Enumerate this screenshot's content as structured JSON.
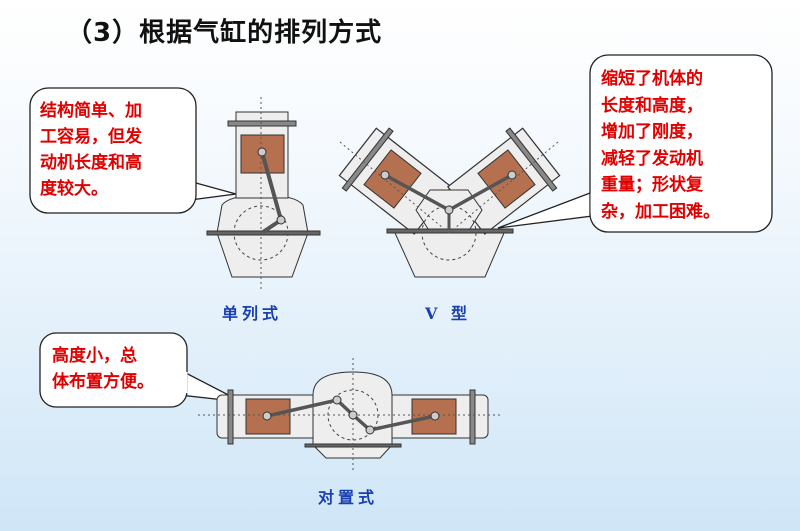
{
  "title": "（3）根据气缸的排列方式",
  "callouts": {
    "inline": [
      "结构简单、加",
      "工容易，但发",
      "动机长度和高",
      "度较大。"
    ],
    "v_type": [
      "缩短了机体的",
      "长度和高度，",
      "增加了刚度，",
      "减轻了发动机",
      "重量；形状复",
      "杂，加工困难。"
    ],
    "opposed": [
      "高度小，总",
      "体布置方便。"
    ]
  },
  "captions": {
    "inline": "单列式",
    "v_type": "V 型",
    "opposed": "对置式"
  },
  "colors": {
    "callout_text": "#e00000",
    "caption": "#1a3fb0",
    "piston": "#b5704f",
    "body": "#eeeeee"
  }
}
